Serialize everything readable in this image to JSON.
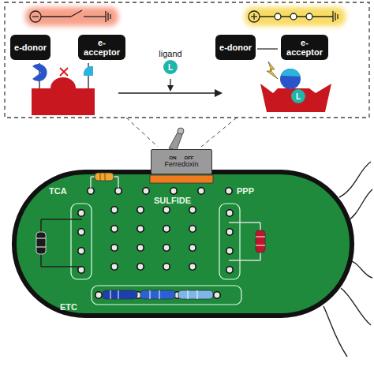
{
  "diagram": {
    "nodes": [
      {
        "text": [
          "e-donor"
        ]
      },
      {
        "text": [
          "e-acceptor"
        ]
      },
      {
        "text": [
          "ligand",
          "L"
        ]
      },
      {
        "text": [
          "e-donor"
        ]
      },
      {
        "text": [
          "e-acceptor"
        ]
      },
      {
        "text": [
          "L"
        ]
      },
      {
        "text": [
          "ON",
          "OFF",
          "Ferredoxin"
        ]
      }
    ],
    "labels": [
      "TCA",
      "SULFIDE",
      "PPP",
      "ETC"
    ]
  }
}
